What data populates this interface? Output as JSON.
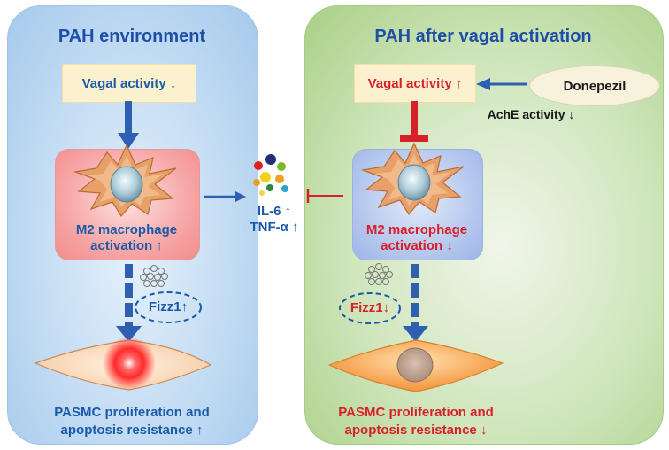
{
  "left": {
    "title": "PAH environment",
    "vagal": "Vagal activity ↓",
    "macrophage_line1": "M2 macrophage",
    "macrophage_line2": "activation ↑",
    "fizz": "Fizz1↑",
    "pasmc_line1": "PASMC proliferation and",
    "pasmc_line2": "apoptosis resistance ↑"
  },
  "center": {
    "il6": "IL-6 ↑",
    "tnf": "TNF-α ↑"
  },
  "right": {
    "title": "PAH after vagal activation",
    "vagal": "Vagal activity ↑",
    "donepezil": "Donepezil",
    "ache": "AchE activity ↓",
    "macrophage_line1": "M2 macrophage",
    "macrophage_line2": "activation ↓",
    "fizz": "Fizz1↓",
    "pasmc_line1": "PASMC proliferation and",
    "pasmc_line2": "apoptosis resistance ↓"
  },
  "colors": {
    "left_panel": "#b8d5f0",
    "right_panel": "#c4e0ac",
    "arrow_blue": "#2e5fb0",
    "inhibit_red": "#d8202a",
    "label_blue": "#1a5aa8",
    "label_red": "#d8202a"
  }
}
